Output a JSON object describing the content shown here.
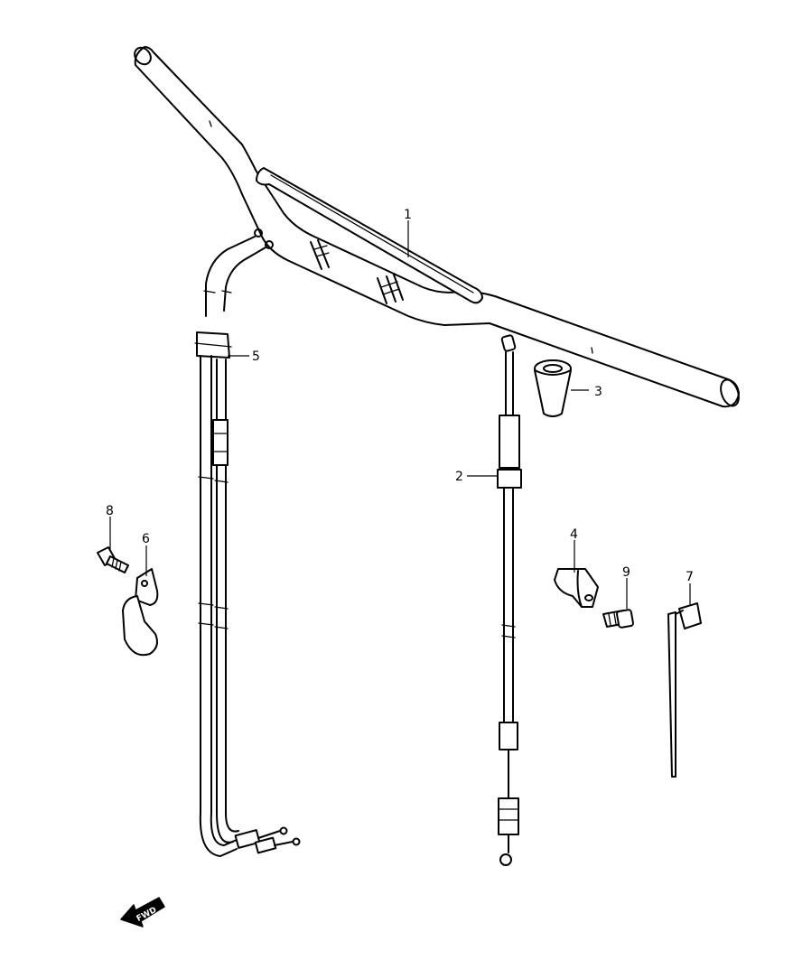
{
  "callouts": {
    "c1": "1",
    "c2": "2",
    "c3": "3",
    "c4": "4",
    "c5": "5",
    "c6": "6",
    "c7": "7",
    "c8": "8",
    "c9": "9"
  },
  "fwd": "FWD"
}
